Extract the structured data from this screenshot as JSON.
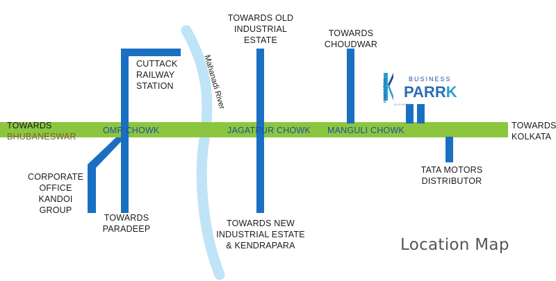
{
  "title": "Location Map",
  "colors": {
    "main_road": "#8cc63f",
    "side_roads": "#1a6fc2",
    "river": "#bfe3f7",
    "road_label": "#1f4e9c"
  },
  "main_road": {
    "chowks": [
      "OMP CHOWK",
      "JAGATPUR CHOWK",
      "MANGULI CHOWK"
    ]
  },
  "river": {
    "name": "Mahanadi River"
  },
  "places": {
    "towards_bbsr_line1": "TOWARDS",
    "towards_bbsr_line2": "BHUBANESWAR",
    "towards_kolkata": "TOWARDS\nKOLKATA",
    "cuttack_station": "CUTTACK\nRAILWAY\nSTATION",
    "old_industrial": "TOWARDS OLD\nINDUSTRIAL\nESTATE",
    "choudwar": "TOWARDS\nCHOUDWAR",
    "corporate_office": "CORPORATE\nOFFICE\nKANDOI\nGROUP",
    "paradeep": "TOWARDS\nPARADEEP",
    "new_industrial": "TOWARDS NEW\nINDUSTRIAL ESTATE\n& KENDRAPARA",
    "tata_motors": "TATA MOTORS\nDISTRIBUTOR"
  },
  "logo": {
    "kingston": "KINGSTON",
    "business": "BUSINESS",
    "parrk_main": "PARR",
    "parrk_end": "K",
    "subtext": "BUSINESS"
  }
}
